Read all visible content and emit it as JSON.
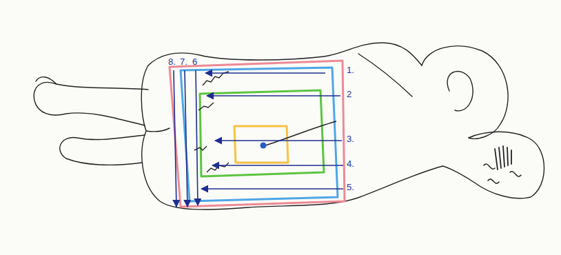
{
  "diagram": {
    "labels": [
      "1.",
      "2",
      "3.",
      "4.",
      "5.",
      "8.",
      "7.",
      "6"
    ]
  }
}
